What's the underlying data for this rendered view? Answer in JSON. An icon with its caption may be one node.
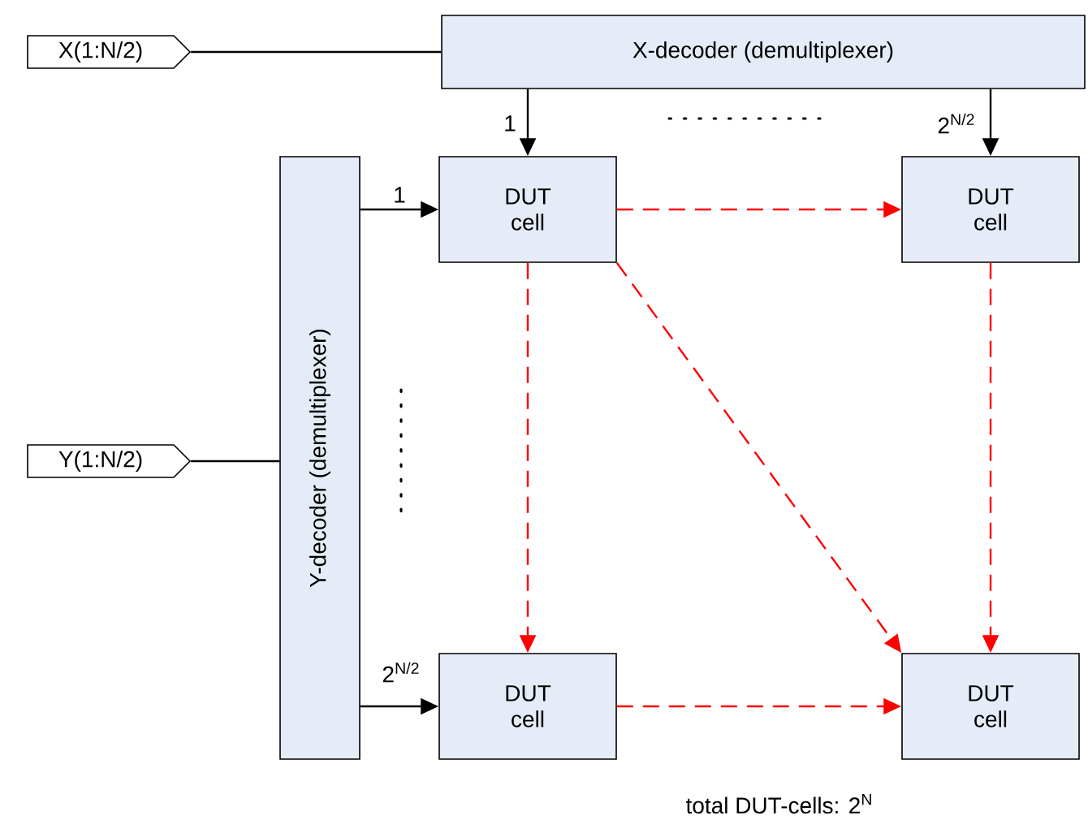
{
  "diagram": {
    "nodes": [
      {
        "text": [
          "X(1:N/2)"
        ]
      },
      {
        "text": [
          "X-decoder (demultiplexer)"
        ]
      },
      {
        "text": [
          "Y(1:N/2)"
        ]
      },
      {
        "text": [
          "Y-decoder (demultiplexer)"
        ]
      },
      {
        "text": [
          "DUT cell"
        ]
      },
      {
        "text": [
          "DUT cell"
        ]
      },
      {
        "text": [
          "DUT cell"
        ]
      },
      {
        "text": [
          "DUT cell"
        ]
      }
    ],
    "edges": [
      {
        "from": 0,
        "to": 1,
        "arrow": "none"
      },
      {
        "from": 2,
        "to": 3,
        "arrow": "none"
      },
      {
        "from": 1,
        "to": 4,
        "arrow": "to",
        "label": "1"
      },
      {
        "from": 1,
        "to": 5,
        "arrow": "to",
        "label": "2$^{N/2}$"
      },
      {
        "from": 3,
        "to": 4,
        "arrow": "to",
        "label": "1"
      },
      {
        "from": 3,
        "to": 6,
        "arrow": "to",
        "label": "2$^{N/2}$"
      },
      {
        "from": 4,
        "to": 5,
        "arrow": "to",
        "style": "dashed",
        "color": "#ff0000"
      },
      {
        "from": 4,
        "to": 6,
        "arrow": "to",
        "style": "dashed",
        "color": "#ff0000"
      },
      {
        "from": 4,
        "to": 7,
        "arrow": "to",
        "style": "dashed",
        "color": "#ff0000"
      },
      {
        "from": 5,
        "to": 7,
        "arrow": "to",
        "style": "dashed",
        "color": "#ff0000"
      },
      {
        "from": 6,
        "to": 7,
        "arrow": "to",
        "style": "dashed",
        "color": "#ff0000"
      }
    ],
    "labels": [
      "total DUT-cells: 2$^{N}$"
    ]
  }
}
